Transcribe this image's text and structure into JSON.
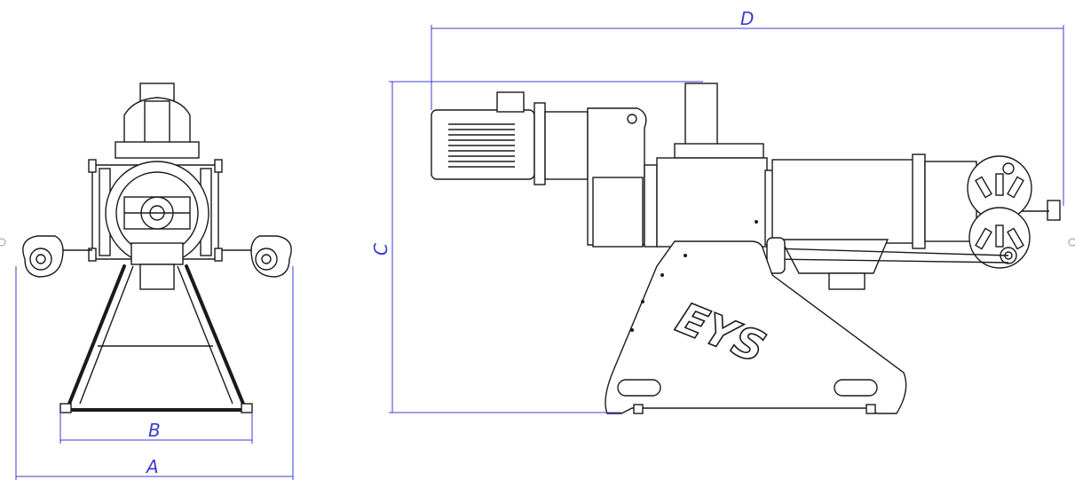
{
  "dimensions": {
    "a": "A",
    "b": "B",
    "c": "C",
    "d": "D"
  },
  "brand_logo": "EYS",
  "colors": {
    "dimension_line": "#3b3bd6",
    "drawing_line": "#1a1a1a",
    "background": "#ffffff"
  }
}
